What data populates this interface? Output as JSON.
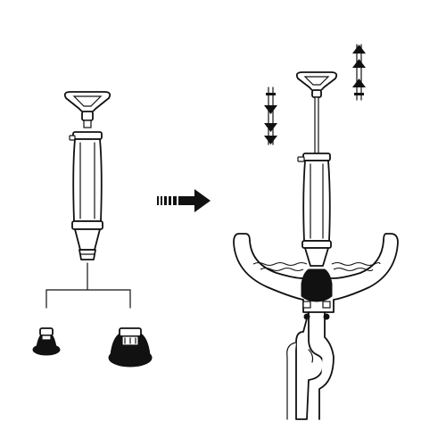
{
  "diagram": {
    "style": "black line-art instruction illustration on white background",
    "panels": [
      {
        "id": "tool",
        "contents": [
          "hand-pump-plunger",
          "interchangeable-small-cup-head",
          "interchangeable-large-cup-head"
        ]
      },
      {
        "id": "usage",
        "contents": [
          "hand-pump-plunger",
          "pump-motion-arrows",
          "sink-basin",
          "water",
          "drain-pipe"
        ]
      }
    ],
    "connector": "step-arrow",
    "icons": [
      "pump-handle-icon",
      "double-down-arrow-icon",
      "double-up-arrow-icon",
      "step-right-arrow-icon"
    ],
    "colors": {
      "ink": "#111111",
      "background": "#ffffff"
    }
  }
}
